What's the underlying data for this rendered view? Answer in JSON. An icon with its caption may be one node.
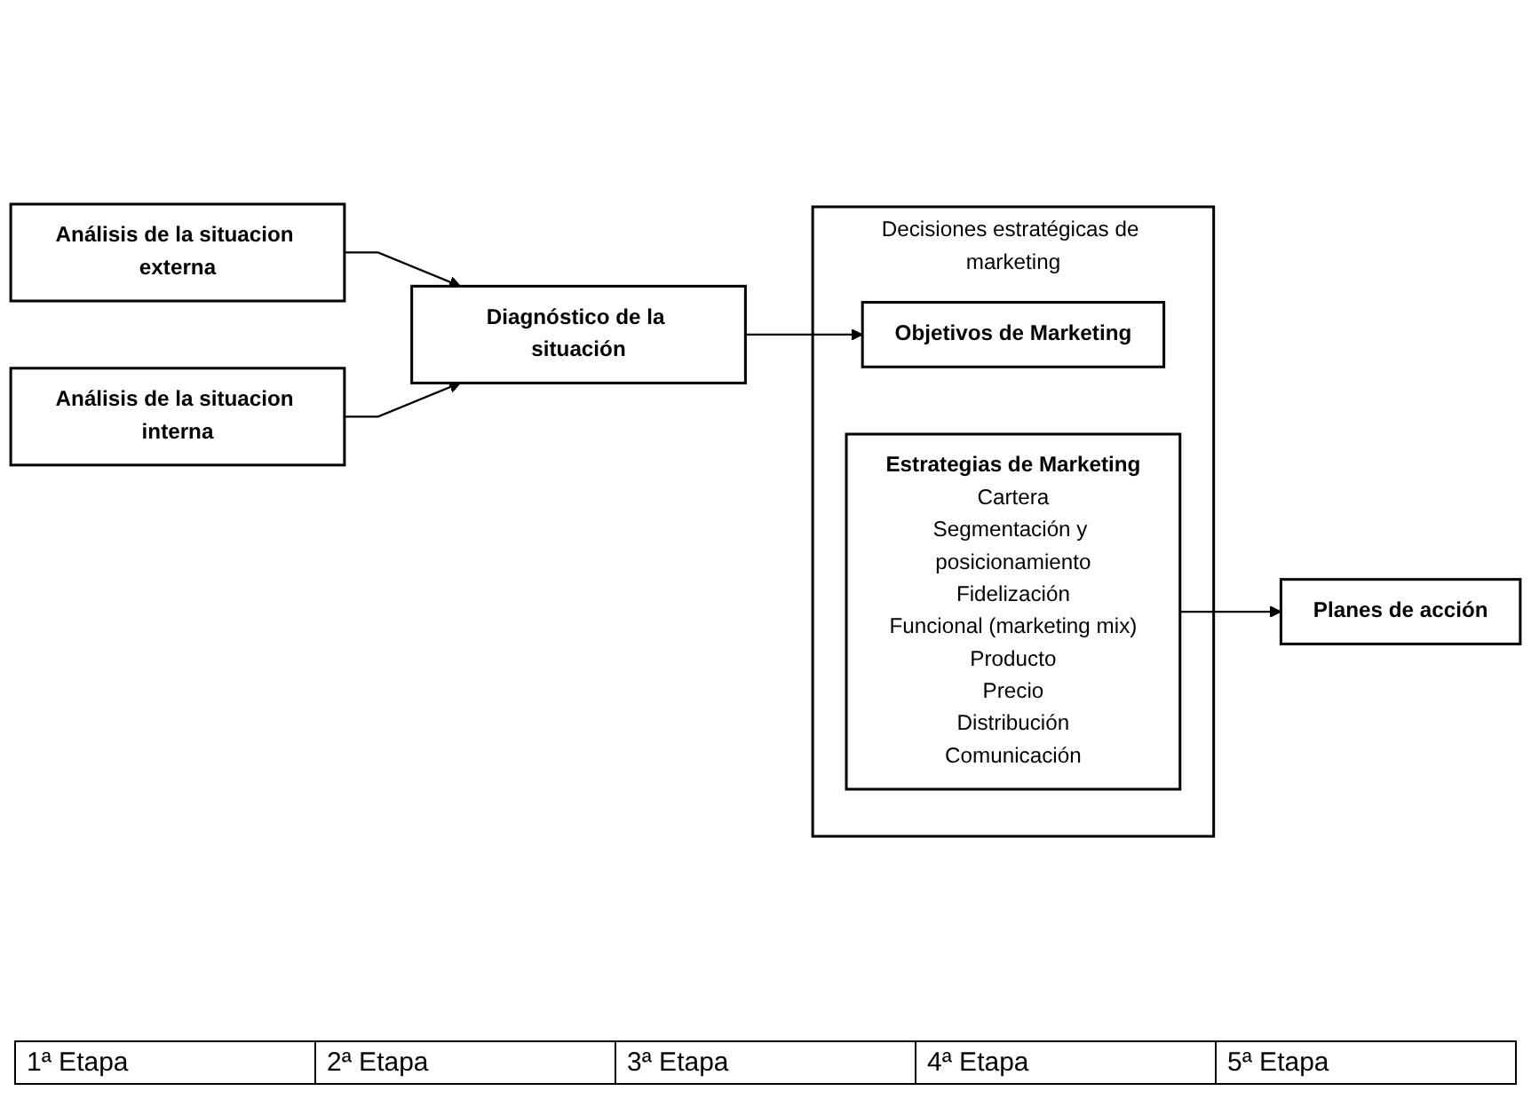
{
  "diagram": {
    "nodes": [
      {
        "text": [
          "Análisis de la situacion externa"
        ]
      },
      {
        "text": [
          "Análisis de la situacion interna"
        ]
      },
      {
        "text": [
          "Diagnóstico de la situación"
        ]
      },
      {
        "text": [
          "Decisiones estratégicas de marketing"
        ]
      },
      {
        "text": [
          "Objetivos de Marketing"
        ],
        "in": 3
      },
      {
        "text": [
          "Estrategias de Marketing",
          "Cartera",
          "Segmentación y posicionamiento",
          "Fidelización",
          "Funcional (marketing mix)",
          "Producto",
          "Precio",
          "Distribución",
          "Comunicación"
        ],
        "in": 3
      },
      {
        "text": [
          "Planes de acción"
        ]
      }
    ],
    "edges": [
      {
        "from": 0,
        "to": 2,
        "arrow": "to"
      },
      {
        "from": 1,
        "to": 2,
        "arrow": "to"
      },
      {
        "from": 2,
        "to": 4,
        "arrow": "to"
      },
      {
        "from": 5,
        "to": 6,
        "arrow": "to"
      }
    ],
    "labels": [
      "1ª Etapa",
      "2ª Etapa",
      "3ª Etapa",
      "4ª Etapa",
      "5ª Etapa"
    ]
  }
}
